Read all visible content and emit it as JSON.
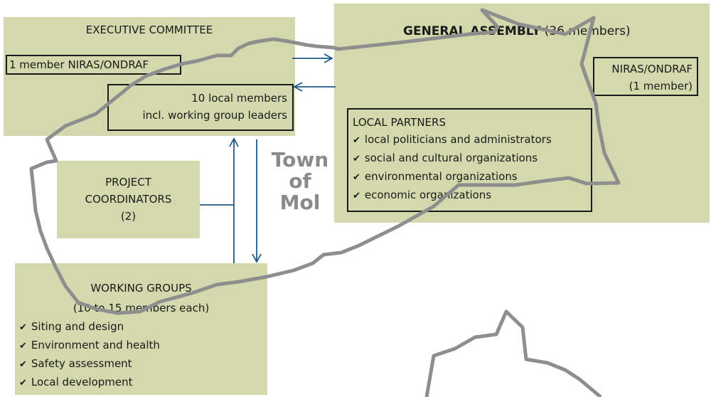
{
  "executive_committee": {
    "title": "EXECUTIVE COMMITTEE",
    "niras_member": "1 member NIRAS/ONDRAF",
    "local_members_line1": "10 local members",
    "local_members_line2": "incl. working group leaders"
  },
  "general_assembly": {
    "title_bold": "GENERAL ASSEMBLY",
    "title_suffix": " (36 members)",
    "niras_line1": "NIRAS/ONDRAF",
    "niras_line2": "(1 member)",
    "local_partners": {
      "title": "LOCAL PARTNERS",
      "items": [
        "local politicians and administrators",
        "social and cultural organizations",
        "environmental organizations",
        "economic organizations"
      ]
    }
  },
  "project_coordinators": {
    "line1": "PROJECT",
    "line2": "COORDINATORS",
    "line3": "(2)"
  },
  "working_groups": {
    "title": "WORKING GROUPS",
    "subtitle": "(10 to 15 members each)",
    "items": [
      "Siting and design",
      "Environment and health",
      "Safety assessment",
      "Local development"
    ]
  },
  "town_label": {
    "line1": "Town",
    "line2": "of",
    "line3": "Mol"
  },
  "colors": {
    "panel": "#d4d9ad",
    "arrow": "#1e5a87",
    "outline": "#8e8e8e"
  }
}
